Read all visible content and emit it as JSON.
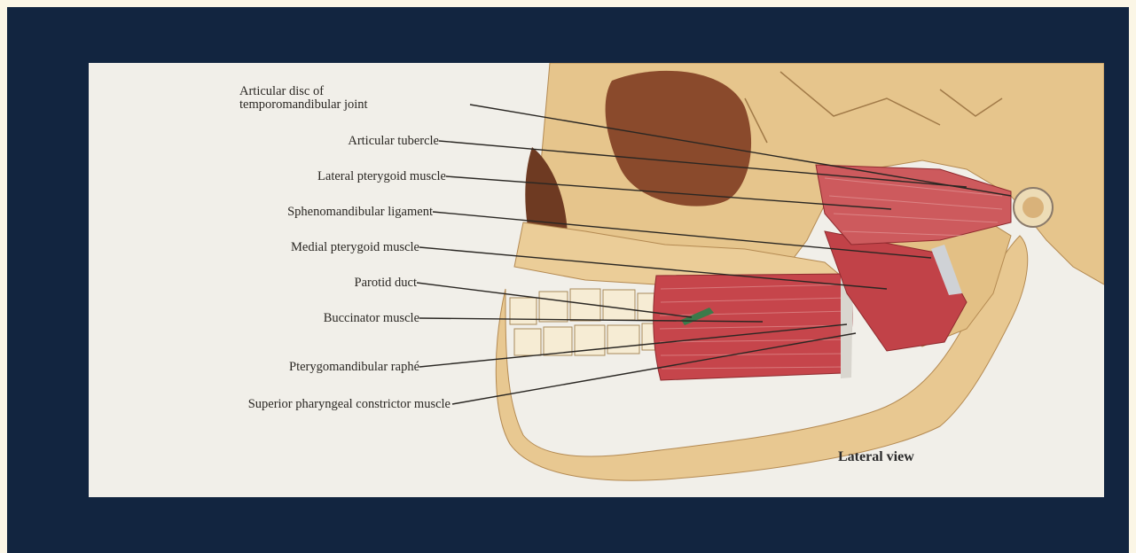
{
  "figure": {
    "view_caption": "Lateral view",
    "labels": {
      "articular_disc": "Articular disc of\ntemporomandibular joint",
      "articular_tubercle": "Articular tubercle",
      "lateral_pterygoid": "Lateral pterygoid muscle",
      "sphenomandibular": "Sphenomandibular ligament",
      "medial_pterygoid": "Medial pterygoid muscle",
      "parotid_duct": "Parotid duct",
      "buccinator": "Buccinator muscle",
      "pterygomandibular": "Pterygomandibular raphé",
      "superior_pharyngeal": "Superior pharyngeal constrictor muscle"
    }
  },
  "colors": {
    "frame": "#122540",
    "bone": "#e8c891",
    "muscle": "#c6454b",
    "background": "#f1efe9"
  }
}
